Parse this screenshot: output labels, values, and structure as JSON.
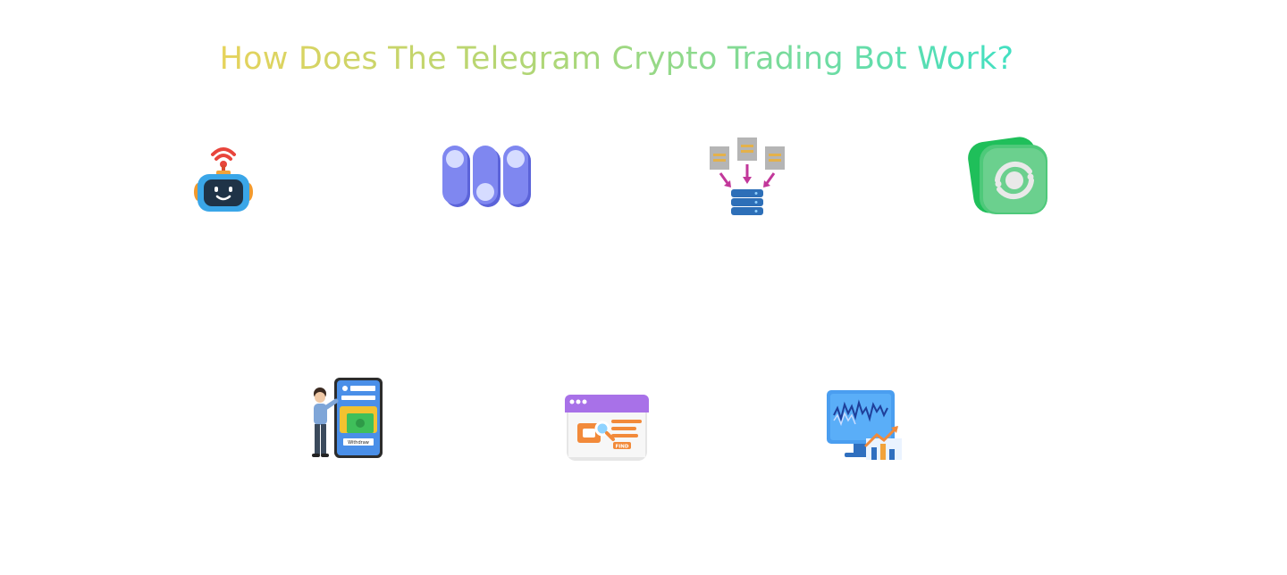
{
  "page": {
    "title": "How Does The Telegram Crypto Trading Bot Work?"
  },
  "icons_row_1": [
    {
      "name": "robot-antenna-icon"
    },
    {
      "name": "toggle-switches-icon"
    },
    {
      "name": "documents-to-database-icon"
    },
    {
      "name": "green-sync-app-icon"
    }
  ],
  "icons_row_2": [
    {
      "name": "person-phone-withdraw-icon",
      "label": "Withdraw"
    },
    {
      "name": "browser-search-find-icon",
      "label": "FIND"
    },
    {
      "name": "monitor-trading-chart-icon"
    }
  ],
  "colors": {
    "title_gradient_start": "#e6d35c",
    "title_gradient_end": "#42e0c2"
  }
}
